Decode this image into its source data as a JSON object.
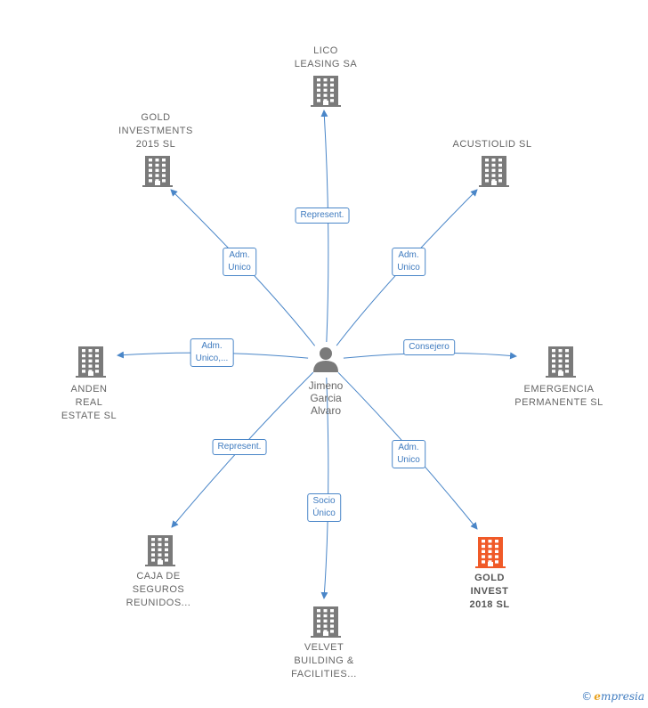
{
  "center": {
    "name": "Jimeno\nGarcia\nAlvaro"
  },
  "nodes": [
    {
      "id": "lico",
      "label": "LICO\nLEASING SA",
      "highlight": false
    },
    {
      "id": "gold-investments",
      "label": "GOLD\nINVESTMENTS\n2015  SL",
      "highlight": false
    },
    {
      "id": "acustiolid",
      "label": "ACUSTIOLID SL",
      "highlight": false
    },
    {
      "id": "anden",
      "label": "ANDEN\nREAL\nESTATE  SL",
      "highlight": false
    },
    {
      "id": "emergencia",
      "label": "EMERGENCIA\nPERMANENTE SL",
      "highlight": false
    },
    {
      "id": "caja",
      "label": "CAJA DE\nSEGUROS\nREUNIDOS...",
      "highlight": false
    },
    {
      "id": "velvet",
      "label": "VELVET\nBUILDING &\nFACILITIES...",
      "highlight": false
    },
    {
      "id": "gold-invest",
      "label": "GOLD\nINVEST\n2018  SL",
      "highlight": true
    }
  ],
  "edges": [
    {
      "to": "lico",
      "label": "Represent."
    },
    {
      "to": "gold-investments",
      "label": "Adm.\nUnico"
    },
    {
      "to": "acustiolid",
      "label": "Adm.\nUnico"
    },
    {
      "to": "anden",
      "label": "Adm.\nUnico,..."
    },
    {
      "to": "emergencia",
      "label": "Consejero"
    },
    {
      "to": "caja",
      "label": "Represent."
    },
    {
      "to": "velvet",
      "label": "Socio\nÚnico"
    },
    {
      "to": "gold-invest",
      "label": "Adm.\nUnico"
    }
  ],
  "footer": {
    "copyright": "©",
    "brand_initial": "e",
    "brand_rest": "mpresia"
  },
  "colors": {
    "edge": "#4a86c8",
    "building": "#7a7a7a",
    "building_highlight": "#f05a28",
    "person": "#7a7a7a"
  }
}
